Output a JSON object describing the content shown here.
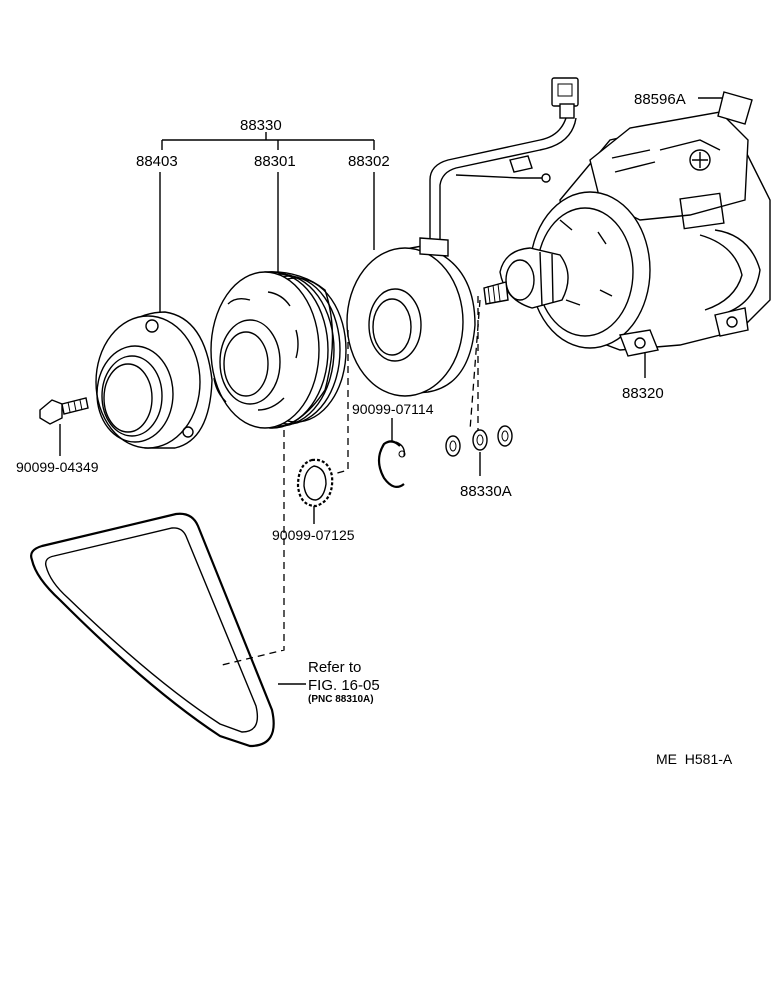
{
  "callouts": {
    "clutch_assembly": "88330",
    "pressure_plate": "88403",
    "pulley": "88301",
    "stator_coil": "88302",
    "compressor": "88320",
    "label_plate": "88596A",
    "bolt": "90099-04349",
    "snap_ring_coil": "90099-07114",
    "snap_ring_pulley": "90099-07125",
    "shims": "88330A"
  },
  "reference": {
    "line1": "Refer to",
    "line2": "FIG. 16-05",
    "line3": "(PNC 88310A)"
  },
  "figure_code": "ME  H581-A"
}
